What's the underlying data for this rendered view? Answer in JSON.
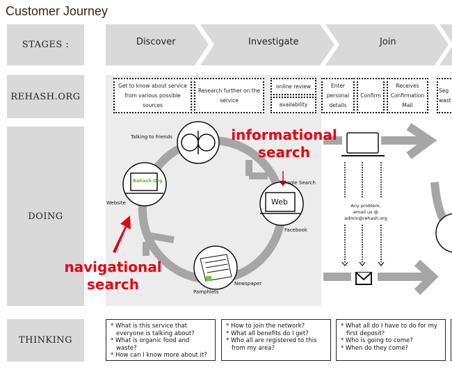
{
  "title": "Customer Journey",
  "rows": {
    "stages": "STAGES :",
    "rehash": "REHASH.ORG",
    "doing": "DOING",
    "thinking": "THINKING"
  },
  "stages": [
    "Discover",
    "Investigate",
    "Join"
  ],
  "rehash_steps": [
    "Get to know about service from various possible sources",
    "Research further on the service",
    "online review",
    "availability",
    "Enter personal details",
    "Confirm",
    "Receives Confirmation Mail",
    "Seg wast"
  ],
  "doing": {
    "nodes": {
      "friends": "Talking to friends",
      "website": "Website",
      "website_screen": "Rehash.Org",
      "google": "Google Search",
      "web_screen": "Web",
      "facebook": "Facebook",
      "newspaper": "Newspaper",
      "pamphlets": "Pamphlets"
    },
    "informational": "informational search",
    "navigational": "navigational search",
    "email_note": "Any problem, email us @ admin@rehash.org"
  },
  "thinking": [
    [
      "What is this service that everyone is talking about?",
      "What is organic food and waste?",
      "How can I know more about it?"
    ],
    [
      "How to join the network?",
      "What all benefits do I get?",
      "Who all are registered to this from my area?"
    ],
    [
      "What all do I have to do for my first deposit?",
      "Who is going to come?",
      "When do they come?"
    ]
  ],
  "colors": {
    "accent_red": "#e30613",
    "label_gray": "#d9d9d9",
    "arrow_gray": "#a6a6a6",
    "panel_gray": "#ececec"
  }
}
